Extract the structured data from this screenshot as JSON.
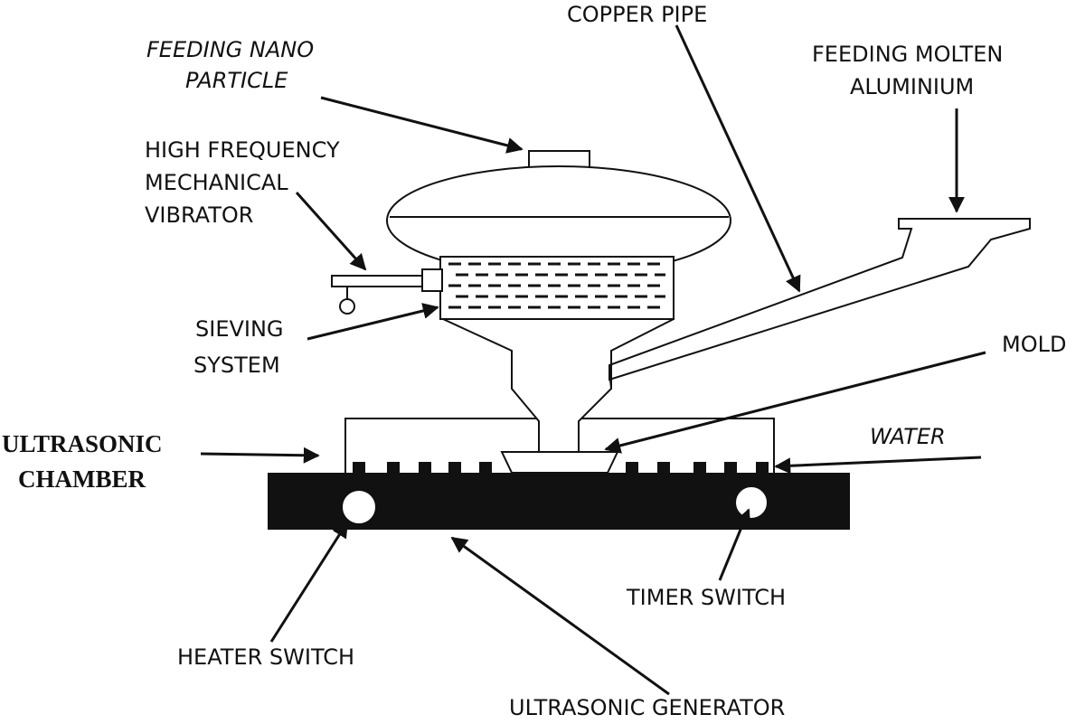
{
  "labels": {
    "copper_pipe": "COPPER PIPE",
    "feeding_nano_1": "FEEDING NANO",
    "feeding_nano_2": "PARTICLE",
    "feeding_molten_1": "FEEDING MOLTEN",
    "feeding_molten_2": "ALUMINIUM",
    "vibrator_1": "HIGH FREQUENCY",
    "vibrator_2": "MECHANICAL",
    "vibrator_3": "VIBRATOR",
    "sieving_1": "SIEVING",
    "sieving_2": "SYSTEM",
    "mold": "MOLD",
    "chamber_1": "ULTRASONIC",
    "chamber_2": "CHAMBER",
    "water": "WATER",
    "timer_switch": "TIMER SWITCH",
    "heater_switch": "HEATER SWITCH",
    "ultrasonic_generator": "ULTRASONIC GENERATOR"
  }
}
